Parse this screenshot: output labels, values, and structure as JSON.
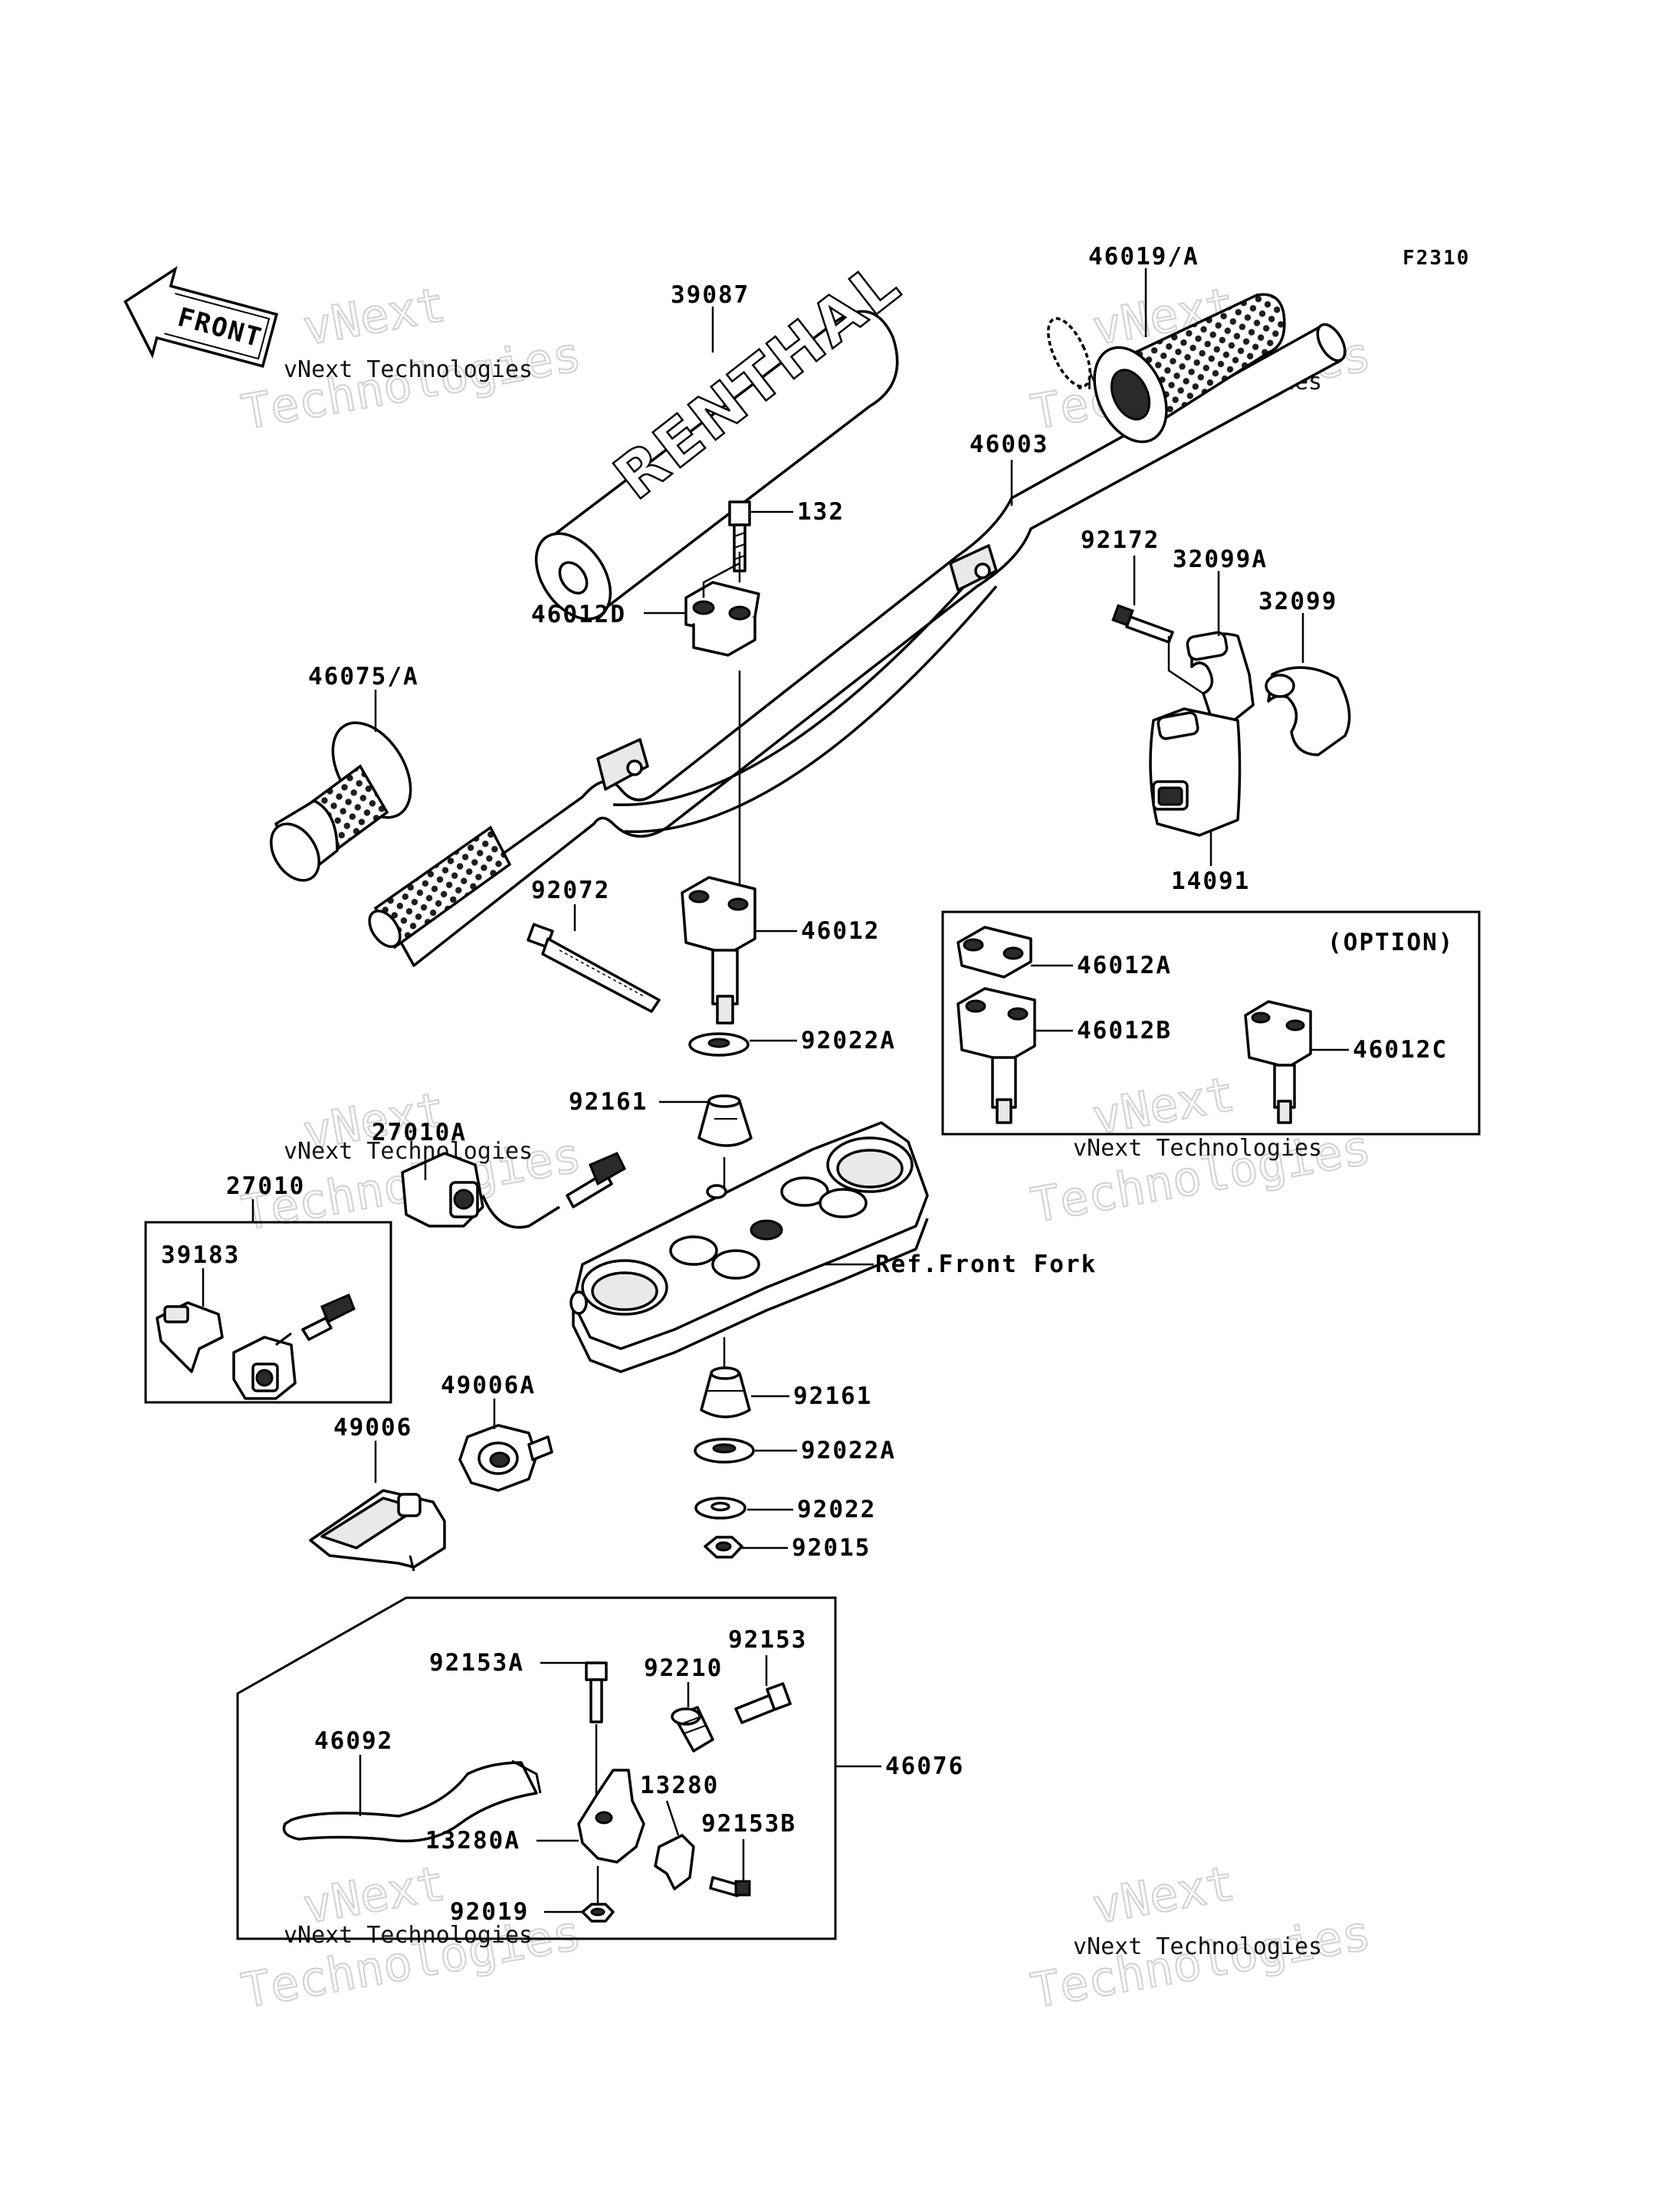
{
  "figure_code": "F2310",
  "front_arrow_label": "FRONT",
  "handlebar_pad_text": "RENTHAL",
  "reference_label": "Ref.Front Fork",
  "option_label": "(OPTION)",
  "watermark": {
    "line1": "vNext Technologies",
    "line2": "vNext",
    "line3": "Technologies"
  },
  "part_numbers": {
    "p39087": "39087",
    "p46019A": "46019/A",
    "p46003": "46003",
    "p132": "132",
    "p46012D": "46012D",
    "p92172": "92172",
    "p32099A": "32099A",
    "p32099": "32099",
    "p46075A": "46075/A",
    "p14091": "14091",
    "p92072": "92072",
    "p46012": "46012",
    "p46012A": "46012A",
    "p46012B": "46012B",
    "p46012C": "46012C",
    "p92022A_top": "92022A",
    "p92161_top": "92161",
    "p27010A": "27010A",
    "p27010": "27010",
    "p39183": "39183",
    "p49006A": "49006A",
    "p49006": "49006",
    "p92161_bottom": "92161",
    "p92022A_bottom": "92022A",
    "p92022": "92022",
    "p92015": "92015",
    "p92153": "92153",
    "p92153A": "92153A",
    "p92210": "92210",
    "p46076": "46076",
    "p46092": "46092",
    "p13280": "13280",
    "p92153B": "92153B",
    "p13280A": "13280A",
    "p92019": "92019"
  }
}
